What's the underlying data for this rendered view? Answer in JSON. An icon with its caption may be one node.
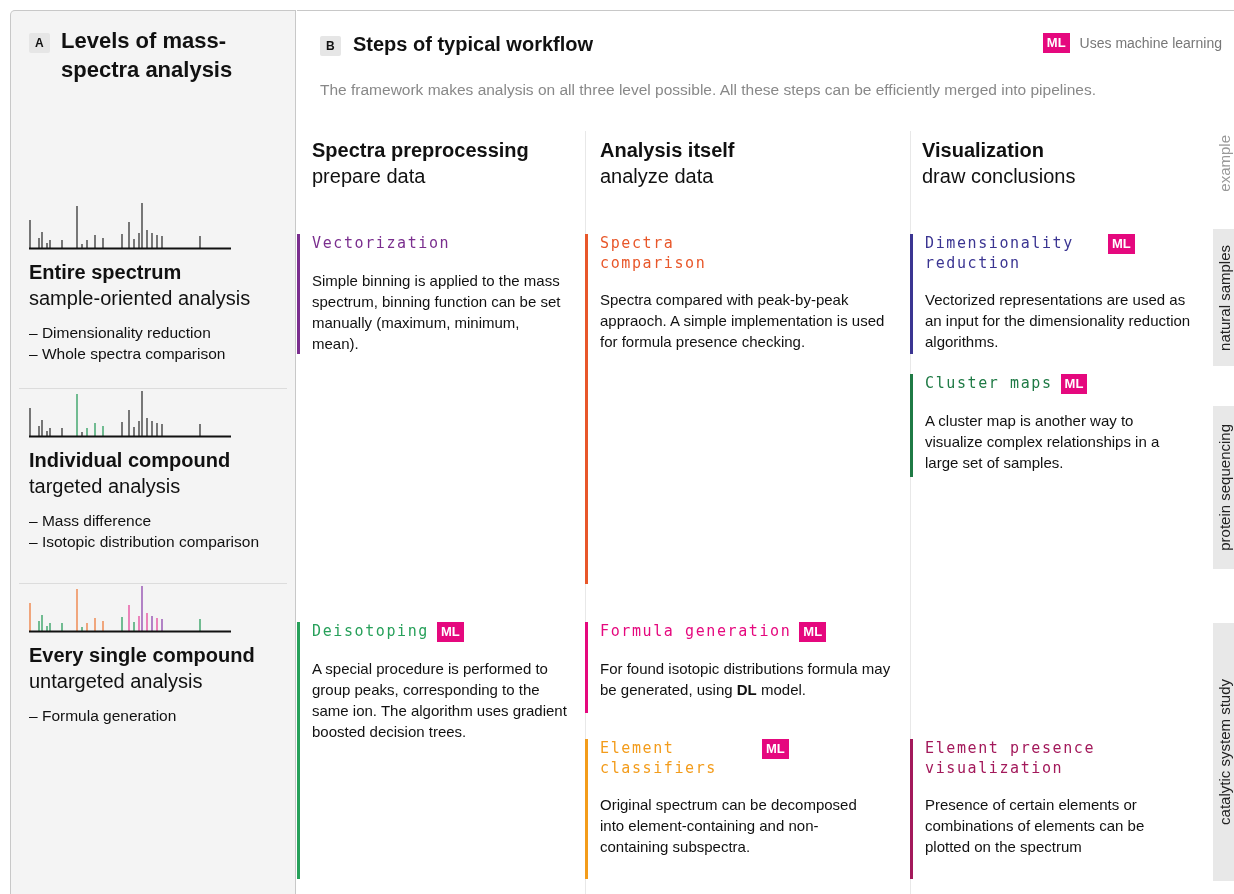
{
  "diagram": {
    "nodes": [
      {
        "text": [
          "A",
          "Levels of mass-spectra analysis"
        ]
      },
      {
        "text": [
          "Entire spectrum",
          "sample-oriented analysis",
          "– Dimensionality reduction",
          "– Whole spectra comparison"
        ],
        "in": 0
      },
      {
        "text": [
          "Individual compound",
          "targeted analysis",
          "– Mass difference",
          "– Isotopic distribution comparison"
        ],
        "in": 0
      },
      {
        "text": [
          "Every single compound",
          "untargeted analysis",
          "– Formula generation"
        ],
        "in": 0
      },
      {
        "text": [
          "B",
          "Steps of typical workflow",
          "The framework makes analysis on all three level possible. All these steps can be efficiently merged into pipelines."
        ]
      },
      {
        "text": [
          "Vectorization",
          "Simple binning is applied to the mass spectrum, binning function can be set manually (maximum, minimum, mean)."
        ],
        "in": 4
      },
      {
        "text": [
          "Spectra comparison",
          "Spectra compared with peak-by-peak appraoch. A simple implementation is used for formula presence checking."
        ],
        "in": 4
      },
      {
        "text": [
          "Dimensionality reduction",
          "ML",
          "Vectorized representations are used as an input for the dimensionality reduction algorithms."
        ],
        "in": 4
      },
      {
        "text": [
          "Cluster maps",
          "ML",
          "A cluster map is another way to visualize complex relationships in a large set of samples."
        ],
        "in": 4
      },
      {
        "text": [
          "Deisotoping",
          "ML",
          "A special procedure is performed to group peaks, corresponding to the same ion. The algorithm uses gradient boosted decision trees."
        ],
        "in": 4
      },
      {
        "text": [
          "Formula generation",
          "ML",
          "For found isotopic distributions formula may be generated, using **DL** model."
        ],
        "in": 4
      },
      {
        "text": [
          "Element classifiers",
          "ML",
          "Original spectrum can be decomposed into element-containing and non-containing subspectra."
        ],
        "in": 4
      },
      {
        "text": [
          "Element presence visualization",
          "Presence of certain elements or combinations of elements can be plotted on the spectrum"
        ],
        "in": 4
      },
      {
        "text": [
          "natural samples"
        ],
        "in": 4
      },
      {
        "text": [
          "protein sequencing"
        ],
        "in": 4
      },
      {
        "text": [
          "catalytic system study"
        ],
        "in": 4
      }
    ],
    "labels": [
      "ML",
      "Spectra preprocessing",
      "prepare data",
      "Analysis itself",
      "analyze data",
      "Visualization",
      "draw conclusions",
      "example"
    ],
    "legend": [
      {
        "text": "Uses machine learning",
        "color": "#e5087e"
      }
    ]
  }
}
